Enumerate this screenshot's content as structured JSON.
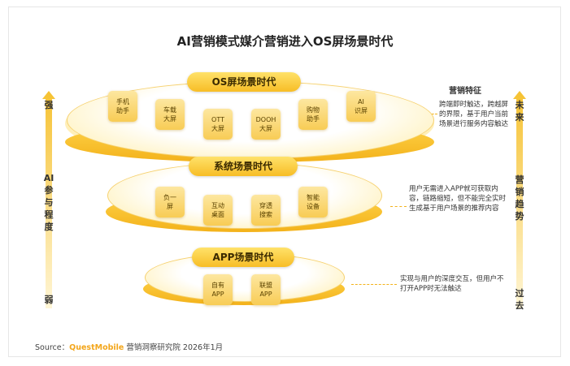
{
  "title": "AI营销模式媒介营销进入OS屏场景时代",
  "colors": {
    "accent": "#f3b21b",
    "pill_bg": "#ffd24a",
    "text": "#333333"
  },
  "left_axis": {
    "top": "强",
    "label": "AI参与程度",
    "bottom": "弱"
  },
  "right_axis": {
    "top": "未来",
    "label": "营销趋势",
    "bottom": "过去"
  },
  "tiers": {
    "os": {
      "label": "OS屏场景时代",
      "chips": [
        "手机\n助手",
        "车载\n大屏",
        "OTT\n大屏",
        "DOOH\n大屏",
        "购物\n助手",
        "AI\n识屏"
      ]
    },
    "system": {
      "label": "系统场景时代",
      "chips": [
        "负一\n屏",
        "互动\n桌面",
        "穿透\n搜索",
        "智能\n设备"
      ]
    },
    "app": {
      "label": "APP场景时代",
      "chips": [
        "自有\nAPP",
        "联盟\nAPP"
      ]
    }
  },
  "features": {
    "heading": "营销特征",
    "os": "跨端即时触达，跨越屏的界限，基于用户当前场景进行服务内容触达",
    "system": "用户无需进入APP就可获取内容，链路缩短，但不能完全实时生成基于用户场景的推荐内容",
    "app": "实现与用户的深度交互，但用户不打开APP时无法触达"
  },
  "source": {
    "prefix": "Source：",
    "brand": "QuestMobile",
    "suffix": " 营销洞察研究院 2026年1月"
  }
}
